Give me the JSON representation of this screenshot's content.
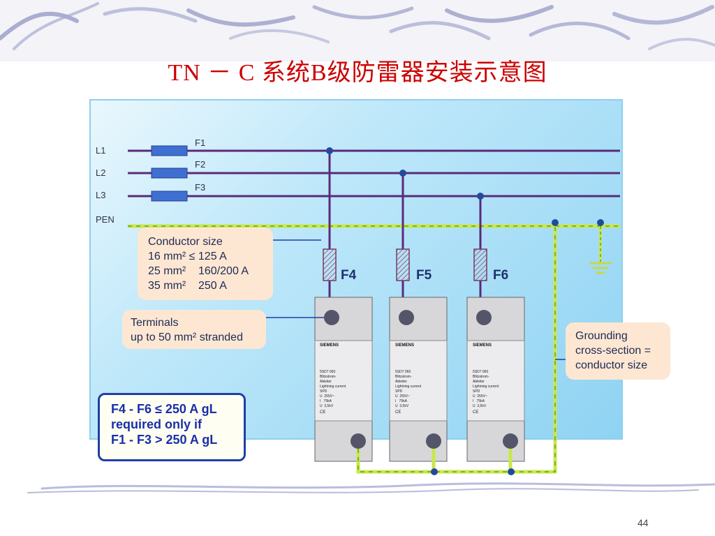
{
  "title": "TN － C 系统B级防雷器安装示意图",
  "lines": {
    "l1": "L1",
    "l2": "L2",
    "l3": "L3",
    "pen": "PEN"
  },
  "fuses": {
    "f1": "F1",
    "f2": "F2",
    "f3": "F3",
    "f4": "F4",
    "f5": "F5",
    "f6": "F6"
  },
  "notes": {
    "conductor": [
      "Conductor size",
      "16 mm² ≤ 125 A",
      "25 mm²    160/200 A",
      "35 mm²    250 A"
    ],
    "terminals": [
      "Terminals",
      "up to 50 mm² stranded"
    ],
    "grounding": [
      "Grounding",
      "cross-section =",
      "conductor size"
    ],
    "requirement": [
      "F4 - F6 ≤ 250 A gL",
      "required only if",
      "F1 - F3 > 250 A gL"
    ]
  },
  "spd": {
    "brand": "SIEMENS",
    "model": "5SD7 060",
    "desc_lines": [
      "Blitzstrom-",
      "Ableiter",
      "Lightning current",
      "SPD"
    ],
    "ratings": [
      "U  255V~",
      "I   75kA",
      "U  3,5kV"
    ],
    "ce": "CE"
  },
  "page_number": "44",
  "colors": {
    "title": "#cc0000",
    "phase_line": "#5a2a7a",
    "pen_line": "#c8e84a",
    "fuse": "#3f6fd1",
    "note_bg": "#fde7d2",
    "box_border": "#1e3fa8"
  }
}
